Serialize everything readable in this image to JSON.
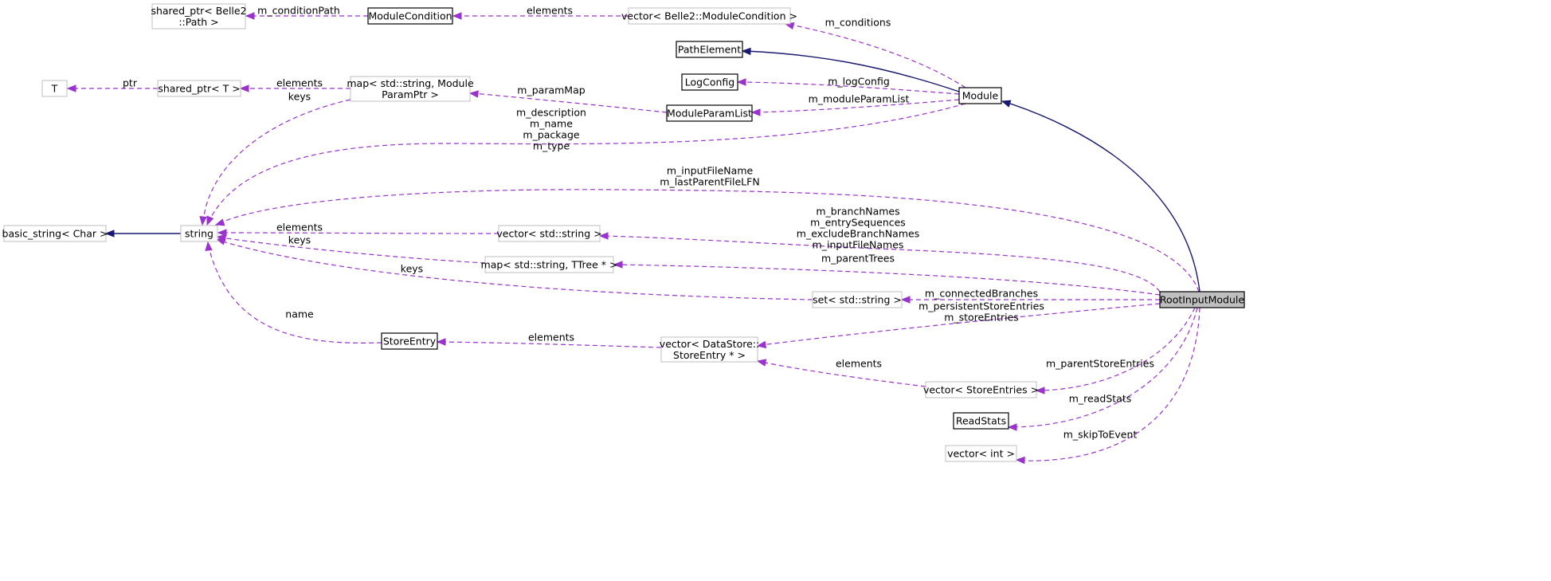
{
  "diagram": {
    "colors": {
      "dependency": "#9a32cd",
      "inheritance": "#191970",
      "highlight_fill": "#bfbfbf",
      "external_border": "#bfbfbf"
    },
    "nodes": {
      "sp_path": [
        "shared_ptr< Belle2",
        "::Path >"
      ],
      "module_condition": [
        "ModuleCondition"
      ],
      "vec_module_condition": [
        "vector< Belle2::ModuleCondition >"
      ],
      "path_element": [
        "PathElement"
      ],
      "log_config": [
        "LogConfig"
      ],
      "t": [
        "T"
      ],
      "sp_t": [
        "shared_ptr< T >"
      ],
      "map_param": [
        "map< std::string, Module",
        "ParamPtr >"
      ],
      "module_param_list": [
        "ModuleParamList"
      ],
      "module": [
        "Module"
      ],
      "basic_string": [
        "basic_string< Char >"
      ],
      "string": [
        "string"
      ],
      "vec_string": [
        "vector< std::string >"
      ],
      "map_ttree": [
        "map< std::string, TTree * >"
      ],
      "set_string": [
        "set< std::string >"
      ],
      "root_input_module": [
        "RootInputModule"
      ],
      "store_entry": [
        "StoreEntry"
      ],
      "vec_store_entry": [
        "vector< DataStore::",
        "StoreEntry * >"
      ],
      "vec_store_entries": [
        "vector< StoreEntries >"
      ],
      "read_stats": [
        "ReadStats"
      ],
      "vec_int": [
        "vector< int >"
      ]
    },
    "edges": {
      "m_conditionPath": [
        "m_conditionPath"
      ],
      "elements_condition": [
        "elements"
      ],
      "m_conditions": [
        "m_conditions"
      ],
      "ptr": [
        "ptr"
      ],
      "elements_sp_t": [
        "elements"
      ],
      "m_paramMap": [
        "m_paramMap"
      ],
      "m_logConfig": [
        "m_logConfig"
      ],
      "m_moduleParamList": [
        "m_moduleParamList"
      ],
      "module_strings": [
        "m_description",
        "m_name",
        "m_package",
        "m_type"
      ],
      "keys_map_param": [
        "keys"
      ],
      "input_file_name": [
        "m_inputFileName",
        "m_lastParentFileLFN"
      ],
      "elements_vec_string": [
        "elements"
      ],
      "keys_map_ttree": [
        "keys"
      ],
      "keys_set_string": [
        "keys"
      ],
      "name_store_entry": [
        "name"
      ],
      "branch_names": [
        "m_branchNames",
        "m_entrySequences",
        "m_excludeBranchNames",
        "m_inputFileNames"
      ],
      "m_parentTrees": [
        "m_parentTrees"
      ],
      "m_connectedBranches": [
        "m_connectedBranches"
      ],
      "store_entries": [
        "m_persistentStoreEntries",
        "m_storeEntries"
      ],
      "elements_store_entry": [
        "elements"
      ],
      "elements_store_entries": [
        "elements"
      ],
      "m_parentStoreEntries": [
        "m_parentStoreEntries"
      ],
      "m_readStats": [
        "m_readStats"
      ],
      "m_skipToEvent": [
        "m_skipToEvent"
      ]
    }
  }
}
